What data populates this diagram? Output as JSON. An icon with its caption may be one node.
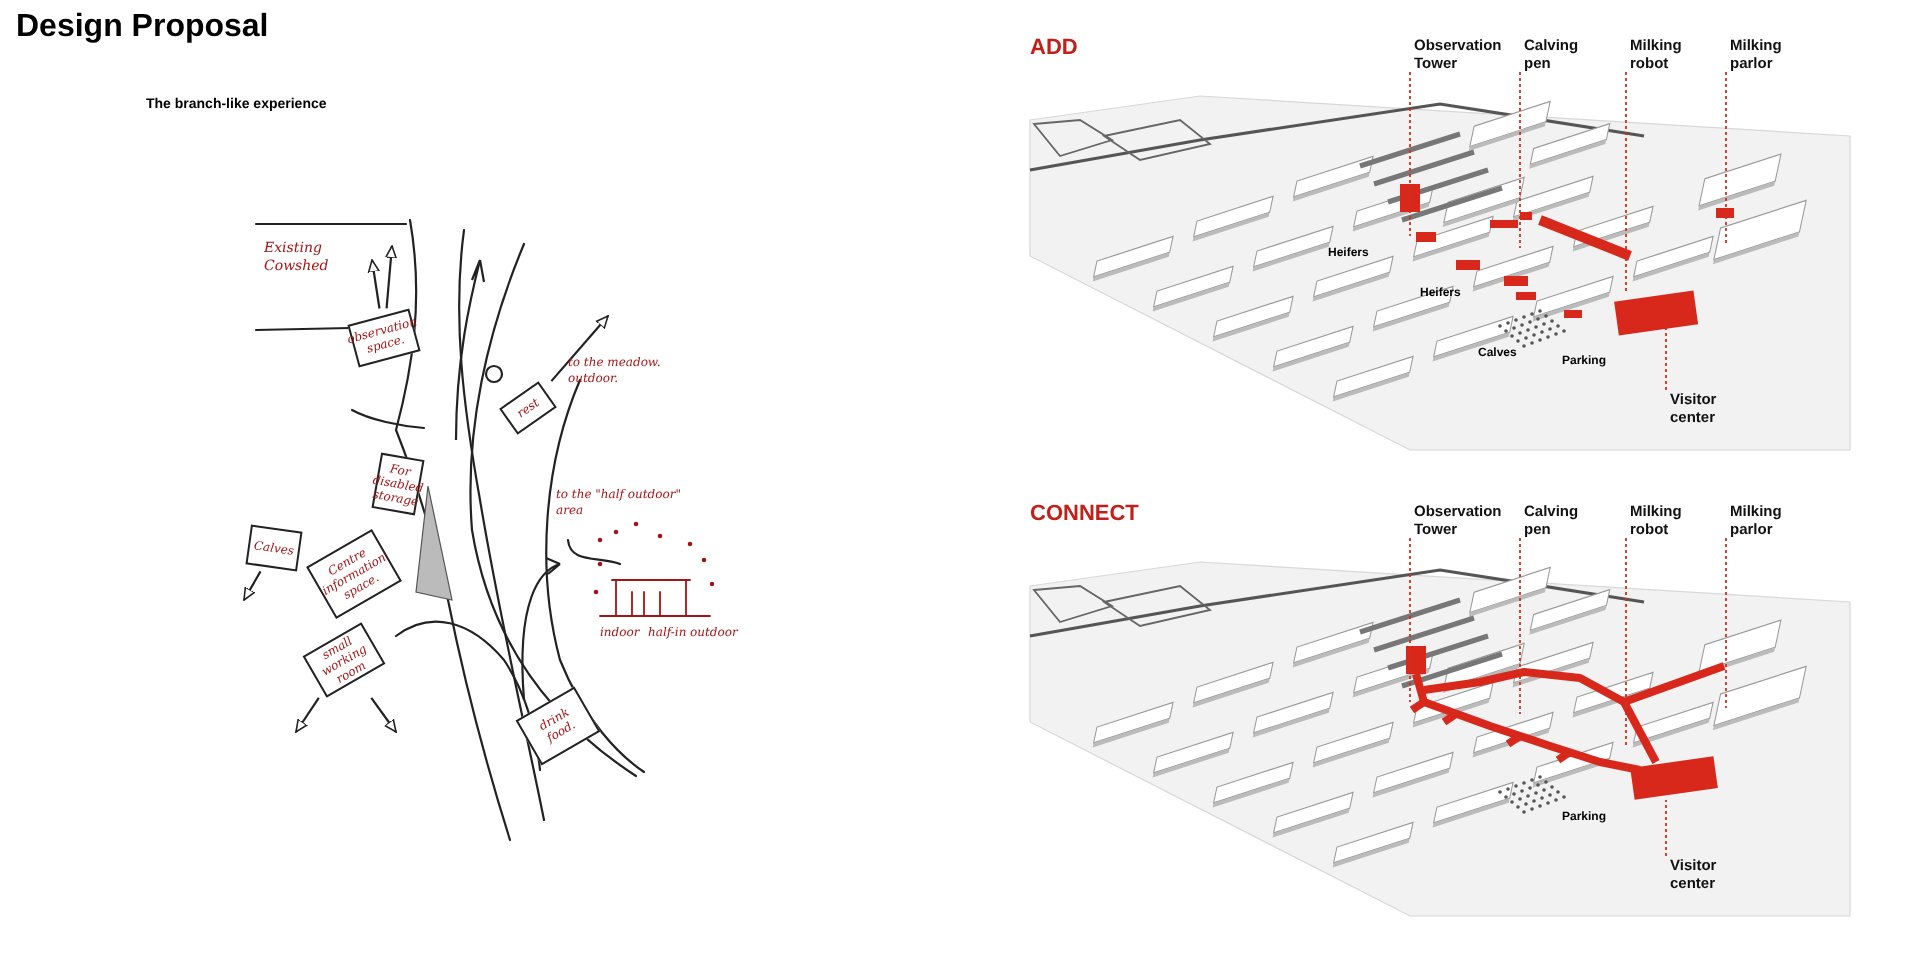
{
  "diagram": {
    "title": "Design Proposal",
    "nodes": [
      {
        "text": [
          "observation space."
        ]
      },
      {
        "text": [
          "rest"
        ]
      },
      {
        "text": [
          "For disabled storage"
        ]
      },
      {
        "text": [
          "Calves"
        ]
      },
      {
        "text": [
          "Centre information space."
        ]
      },
      {
        "text": [
          "small working room"
        ]
      },
      {
        "text": [
          "drink food."
        ]
      },
      {
        "text": [
          "Observation Tower"
        ]
      },
      {
        "text": [
          "Calving pen"
        ]
      },
      {
        "text": [
          "Milking robot"
        ]
      },
      {
        "text": [
          "Milking parlor"
        ]
      },
      {
        "text": [
          "Visitor center"
        ]
      },
      {
        "text": [
          "Observation Tower"
        ]
      },
      {
        "text": [
          "Calving pen"
        ]
      },
      {
        "text": [
          "Milking robot"
        ]
      },
      {
        "text": [
          "Milking parlor"
        ]
      },
      {
        "text": [
          "Visitor center"
        ]
      }
    ],
    "edges": [
      {
        "from": 0,
        "to": null,
        "arrow": "to",
        "color": "#222222"
      },
      {
        "from": 0,
        "to": null,
        "arrow": "to",
        "color": "#222222"
      },
      {
        "from": 1,
        "to": null,
        "arrow": "to",
        "color": "#222222"
      },
      {
        "from": 3,
        "to": null,
        "arrow": "to",
        "color": "#222222"
      },
      {
        "from": 5,
        "to": null,
        "arrow": "to",
        "color": "#222222"
      },
      {
        "from": 5,
        "to": null,
        "arrow": "to",
        "color": "#222222"
      },
      {
        "from": 7,
        "to": null,
        "arrow": "none",
        "style": "dashed",
        "color": "#d0301e"
      },
      {
        "from": 8,
        "to": null,
        "arrow": "none",
        "style": "dashed",
        "color": "#d0301e"
      },
      {
        "from": 9,
        "to": null,
        "arrow": "none",
        "style": "dashed",
        "color": "#d0301e"
      },
      {
        "from": 10,
        "to": null,
        "arrow": "none",
        "style": "dashed",
        "color": "#d0301e"
      },
      {
        "from": 11,
        "to": null,
        "arrow": "none",
        "style": "dashed",
        "color": "#d0301e"
      },
      {
        "from": 12,
        "to": null,
        "arrow": "none",
        "style": "dashed",
        "color": "#d0301e"
      },
      {
        "from": 13,
        "to": null,
        "arrow": "none",
        "style": "dashed",
        "color": "#d0301e"
      },
      {
        "from": 14,
        "to": null,
        "arrow": "none",
        "style": "dashed",
        "color": "#d0301e"
      },
      {
        "from": 15,
        "to": null,
        "arrow": "none",
        "style": "dashed",
        "color": "#d0301e"
      },
      {
        "from": 16,
        "to": null,
        "arrow": "none",
        "style": "dashed",
        "color": "#d0301e"
      }
    ],
    "labels": [
      "The branch-like experience",
      "ADD",
      "Existing Cowshed",
      "to the meadow. outdoor.",
      "to the \"half outdoor\" area",
      "indoor",
      "half-in",
      "outdoor",
      "Heifers",
      "Heifers",
      "Calves",
      "Parking",
      "CONNECT",
      "Parking"
    ]
  }
}
